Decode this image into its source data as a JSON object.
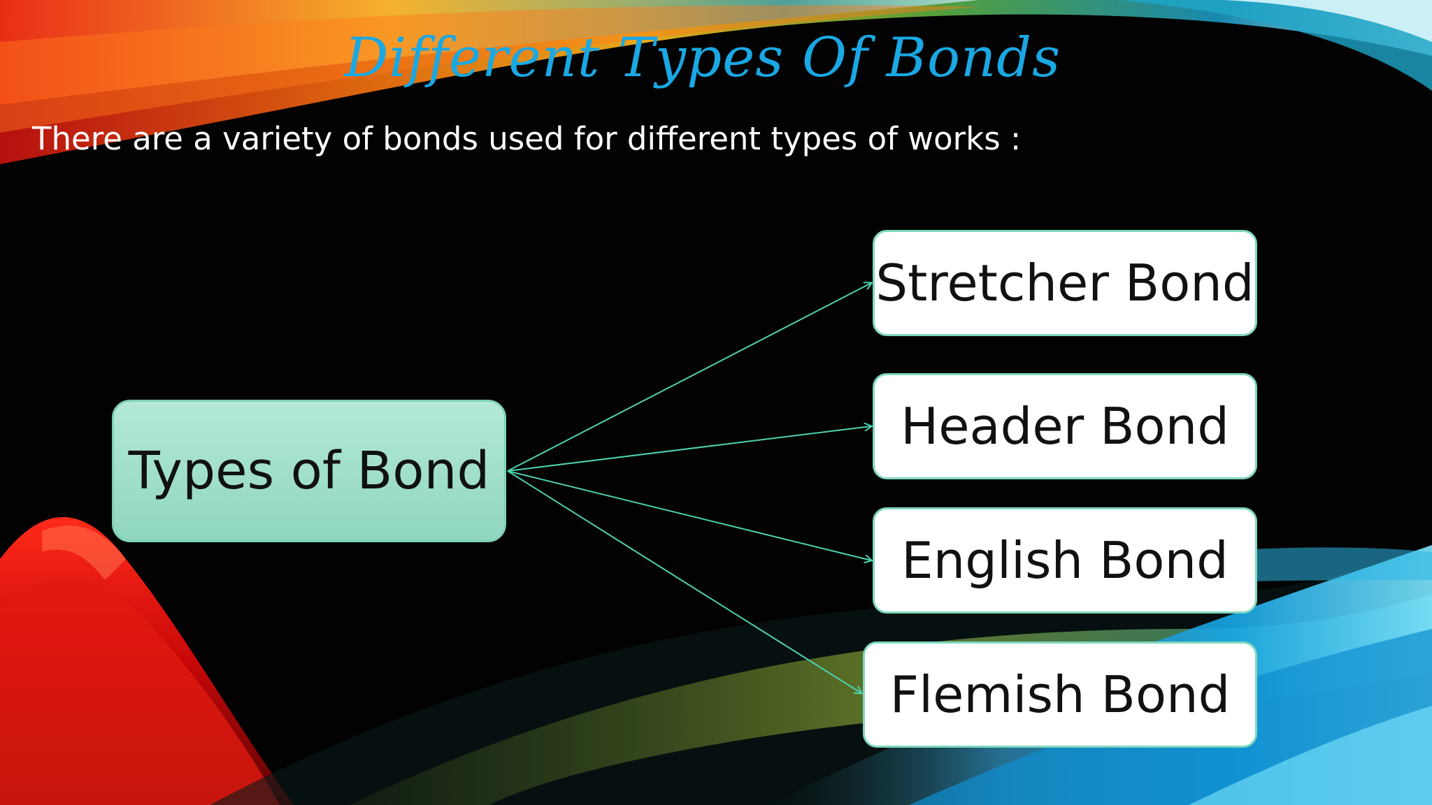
{
  "slide": {
    "title": "Different Types Of Bonds",
    "subtitle": "There are a variety of bonds used for different types of works :"
  },
  "diagram": {
    "root": "Types of Bond",
    "children": [
      "Stretcher Bond",
      "Header Bond",
      "English Bond",
      "Flemish Bond"
    ]
  },
  "colors": {
    "title": "#1aa8e4",
    "connector": "#4fd1b0",
    "root_fill": "#a6e2cf",
    "leaf_border": "#7fd8c0"
  }
}
